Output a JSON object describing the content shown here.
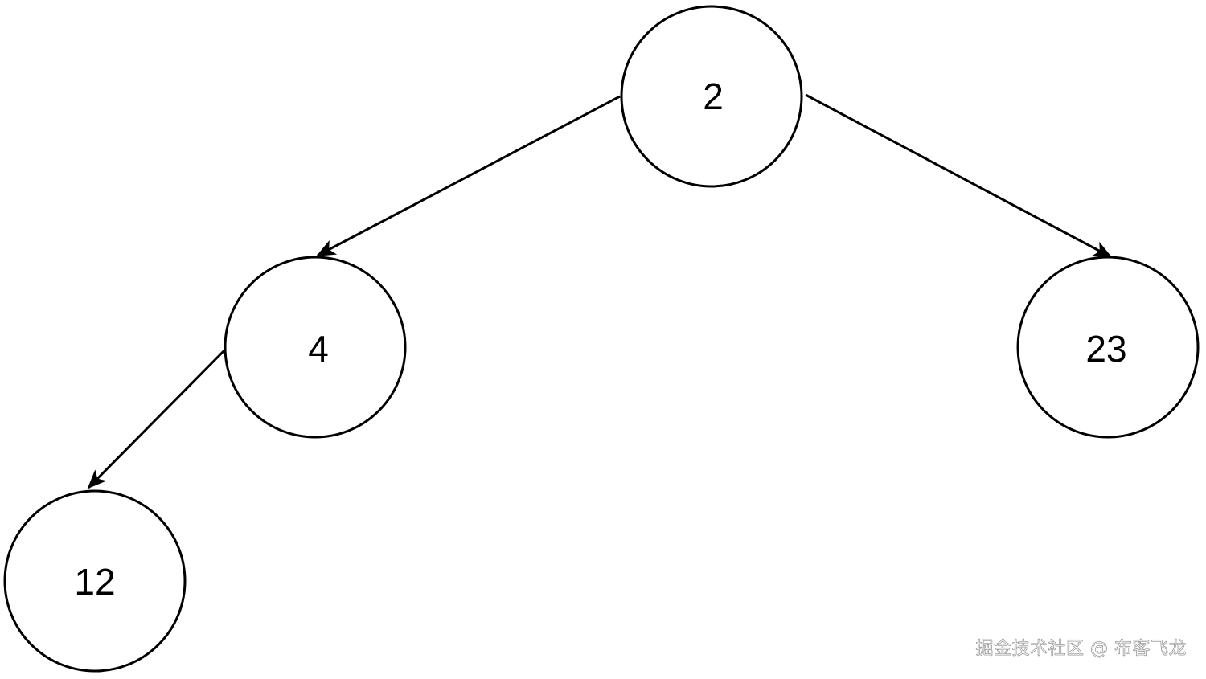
{
  "diagram": {
    "type": "binary-tree",
    "nodes": [
      {
        "id": "n2",
        "label": "2"
      },
      {
        "id": "n4",
        "label": "4"
      },
      {
        "id": "n23",
        "label": "23"
      },
      {
        "id": "n12",
        "label": "12"
      }
    ],
    "edges": [
      {
        "from": "n2",
        "to": "n4"
      },
      {
        "from": "n2",
        "to": "n23"
      },
      {
        "from": "n4",
        "to": "n12"
      }
    ]
  },
  "watermark": {
    "text": "掘金技术社区 @ 布客飞龙"
  }
}
